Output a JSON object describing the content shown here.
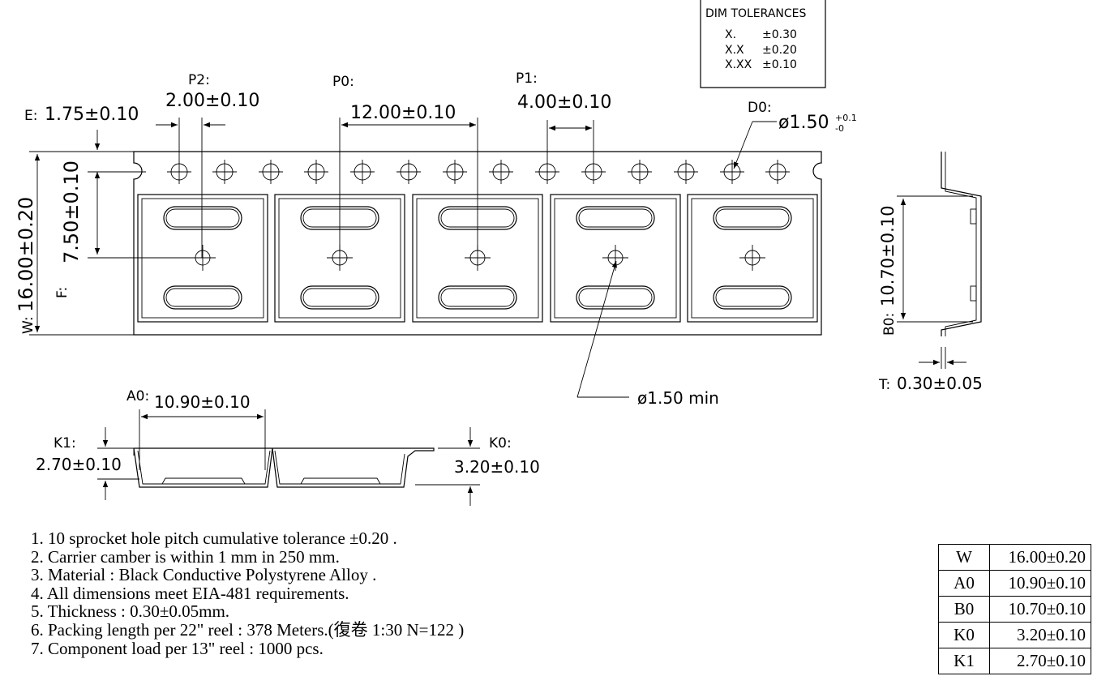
{
  "tolerance_box": {
    "title": "DIM TOLERANCES",
    "rows": [
      {
        "fmt": "X.",
        "tol": "±0.30"
      },
      {
        "fmt": "X.X",
        "tol": "±0.20"
      },
      {
        "fmt": "X.XX",
        "tol": "±0.10"
      }
    ]
  },
  "dims": {
    "p2_label": "P2:",
    "p2_value": "2.00±0.10",
    "p0_label": "P0:",
    "p0_value": "12.00±0.10",
    "p1_label": "P1:",
    "p1_value": "4.00±0.10",
    "e_label": "E:",
    "e_value": "1.75±0.10",
    "d0_label": "D0:",
    "d0_value": "ø1.50",
    "d0_tol_plus": "+0.1",
    "d0_tol_minus": "-0",
    "w_label": "W:",
    "w_value": "16.00±0.20",
    "f_label": "F:",
    "f_value": "7.50±0.10",
    "b0_label": "B0:",
    "b0_value": "10.70±0.10",
    "t_label": "T:",
    "t_value": "0.30±0.05",
    "hole_min": "ø1.50  min",
    "a0_label": "A0:",
    "a0_value": "10.90±0.10",
    "k1_label": "K1:",
    "k1_value": "2.70±0.10",
    "k0_label": "K0:",
    "k0_value": "3.20±0.10"
  },
  "notes": [
    "1. 10 sprocket hole pitch cumulative tolerance ±0.20 .",
    "2. Carrier camber is within 1 mm in 250 mm.",
    "3. Material : Black Conductive Polystyrene Alloy .",
    "4. All dimensions meet EIA-481 requirements.",
    "5. Thickness : 0.30±0.05mm.",
    "6. Packing length per 22\" reel : 378 Meters.(復卷 1:30  N=122 )",
    "7. Component load per 13\" reel : 1000 pcs."
  ],
  "spec_table": [
    {
      "key": "W",
      "value": "16.00±0.20"
    },
    {
      "key": "A0",
      "value": "10.90±0.10"
    },
    {
      "key": "B0",
      "value": "10.70±0.10"
    },
    {
      "key": "K0",
      "value": "3.20±0.10"
    },
    {
      "key": "K1",
      "value": "2.70±0.10"
    }
  ]
}
